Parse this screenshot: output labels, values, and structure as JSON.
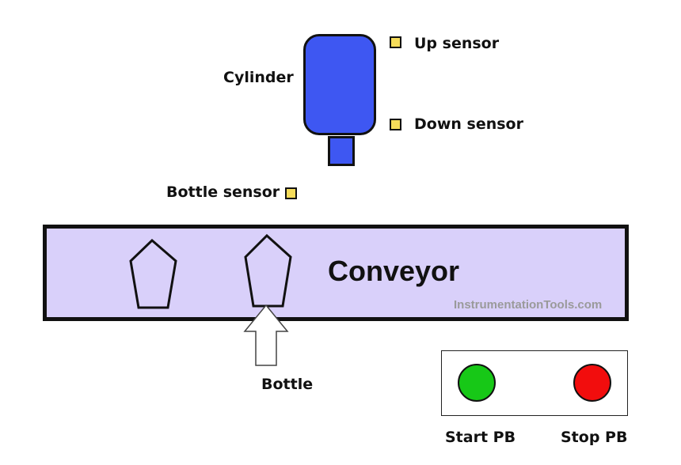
{
  "labels": {
    "cylinder": "Cylinder",
    "up_sensor": "Up sensor",
    "down_sensor": "Down sensor",
    "bottle_sensor": "Bottle sensor",
    "conveyor": "Conveyor",
    "bottle": "Bottle",
    "start_pb": "Start PB",
    "stop_pb": "Stop PB",
    "watermark": "InstrumentationTools.com"
  },
  "colors": {
    "cylinder": "#3e57f2",
    "sensor": "#f5dc5a",
    "conveyor": "#d9d0fa",
    "start_pb": "#17c817",
    "stop_pb": "#f20d0d",
    "watermark": "#9a9a9a"
  },
  "icons": {
    "cylinder": "pneumatic-cylinder-icon",
    "sensor": "sensor-square-icon",
    "bottle": "bottle-pentagon-icon",
    "arrow": "up-arrow-icon",
    "push_button": "push-button-icon"
  }
}
